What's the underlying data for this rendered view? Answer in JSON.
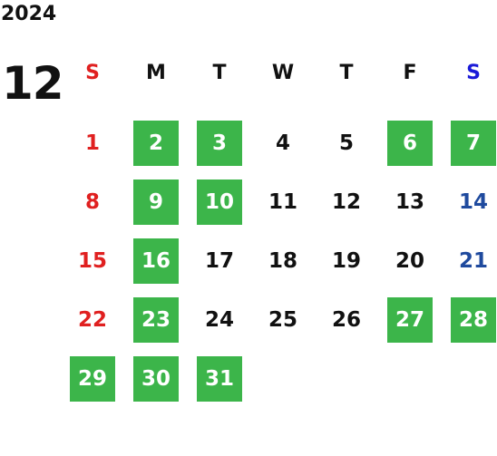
{
  "calendar": {
    "year": "2024",
    "month": "12",
    "weekdays": [
      {
        "label": "S",
        "kind": "sun"
      },
      {
        "label": "M",
        "kind": ""
      },
      {
        "label": "T",
        "kind": ""
      },
      {
        "label": "W",
        "kind": ""
      },
      {
        "label": "T",
        "kind": ""
      },
      {
        "label": "F",
        "kind": ""
      },
      {
        "label": "S",
        "kind": "sat"
      }
    ],
    "highlight_color": "#3cb54a",
    "sunday_color": "#e02020",
    "saturday_color": "#1f4a9e",
    "leading_blank_days": 0,
    "days": [
      {
        "day": "1",
        "highlighted": false
      },
      {
        "day": "2",
        "highlighted": true
      },
      {
        "day": "3",
        "highlighted": true
      },
      {
        "day": "4",
        "highlighted": false
      },
      {
        "day": "5",
        "highlighted": false
      },
      {
        "day": "6",
        "highlighted": true
      },
      {
        "day": "7",
        "highlighted": true
      },
      {
        "day": "8",
        "highlighted": false
      },
      {
        "day": "9",
        "highlighted": true
      },
      {
        "day": "10",
        "highlighted": true
      },
      {
        "day": "11",
        "highlighted": false
      },
      {
        "day": "12",
        "highlighted": false
      },
      {
        "day": "13",
        "highlighted": false
      },
      {
        "day": "14",
        "highlighted": false
      },
      {
        "day": "15",
        "highlighted": false
      },
      {
        "day": "16",
        "highlighted": true
      },
      {
        "day": "17",
        "highlighted": false
      },
      {
        "day": "18",
        "highlighted": false
      },
      {
        "day": "19",
        "highlighted": false
      },
      {
        "day": "20",
        "highlighted": false
      },
      {
        "day": "21",
        "highlighted": false
      },
      {
        "day": "22",
        "highlighted": false
      },
      {
        "day": "23",
        "highlighted": true
      },
      {
        "day": "24",
        "highlighted": false
      },
      {
        "day": "25",
        "highlighted": false
      },
      {
        "day": "26",
        "highlighted": false
      },
      {
        "day": "27",
        "highlighted": true
      },
      {
        "day": "28",
        "highlighted": true
      },
      {
        "day": "29",
        "highlighted": true
      },
      {
        "day": "30",
        "highlighted": true
      },
      {
        "day": "31",
        "highlighted": true
      }
    ]
  }
}
